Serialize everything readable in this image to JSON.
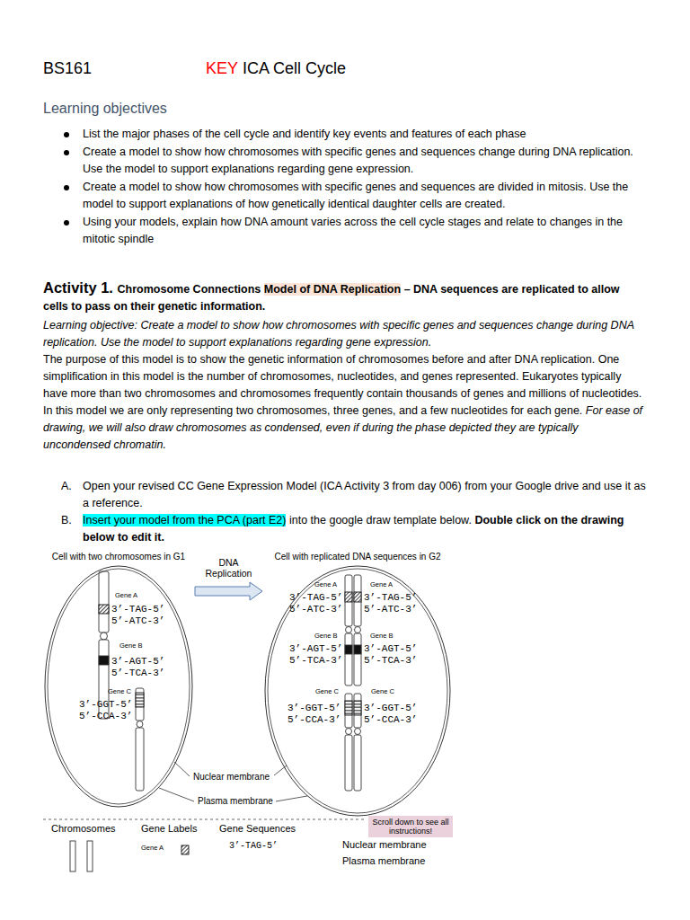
{
  "diagram": {
    "title": "ICA Cell Cycle",
    "nodes": [
      {
        "text": [
          "Cell with two chromosomes in G1"
        ]
      },
      {
        "text": [
          "Cell with replicated DNA sequences in G2"
        ]
      },
      {
        "text": [
          "Scroll down to see all instructions!"
        ]
      }
    ],
    "edges": [
      {
        "from": 0,
        "to": 1,
        "arrow": "to",
        "label": "DNA Replication"
      }
    ],
    "labels": [
      "BS161",
      "KEY",
      "Learning objectives",
      "List the major phases of the cell cycle and identify key events and features of each phase",
      "Create a model to show how chromosomes with specific genes and sequences change during DNA replication. Use the model to support explanations regarding gene expression.",
      "Create a model to show how chromosomes with specific genes and sequences are divided in mitosis. Use the model to support explanations of how genetically identical daughter cells are created.",
      "Using your models, explain how DNA amount varies across the cell cycle stages and relate to changes in the mitotic spindle",
      "Activity 1.",
      "Chromosome Connections",
      "Model of DNA Replication",
      "– DNA sequences are replicated to allow cells to pass on their genetic information.",
      "Learning objective: Create a model to show how chromosomes with specific genes and sequences change during DNA replication. Use the model to support explanations regarding gene expression.",
      "The purpose of this model is to show the genetic information of chromosomes before and after DNA replication. One simplification in this model is the number of chromosomes, nucleotides, and genes represented. Eukaryotes typically have more than two chromosomes and chromosomes frequently contain thousands of genes and millions of nucleotides. In this model we are only representing two chromosomes, three genes, and a few nucleotides for each gene.",
      "For ease of drawing, we will also draw chromosomes as condensed, even if during the phase depicted they are typically uncondensed chromatin.",
      "A.",
      "Open your revised CC Gene Expression Model (ICA Activity 3 from day 006) from your Google drive and use it as a reference.",
      "B.",
      "Insert your model from the PCA (part E2)",
      "into the google draw template below.",
      "Double click on the drawing below to edit it.",
      "Gene A",
      "3’-TAG-5’",
      "5’-ATC-3’",
      "Gene B",
      "3’-AGT-5’",
      "5’-TCA-3’",
      "Gene C",
      "3’-GGT-5’",
      "5’-CCA-3’",
      "Gene A",
      "Gene A",
      "3’-TAG-5’",
      "5’-ATC-3’",
      "3’-TAG-5’",
      "5’-ATC-3’",
      "Gene B",
      "Gene B",
      "3’-AGT-5’",
      "5’-TCA-3’",
      "3’-AGT-5’",
      "5’-TCA-3’",
      "Gene C",
      "Gene C",
      "3’-GGT-5’",
      "5’-CCA-3’",
      "3’-GGT-5’",
      "5’-CCA-3’",
      "Nuclear membrane",
      "Plasma membrane",
      "Chromosomes",
      "Gene Labels",
      "Gene Sequences",
      "Gene A",
      "3’-TAG-5’",
      "Nuclear membrane",
      "Plasma membrane"
    ]
  }
}
